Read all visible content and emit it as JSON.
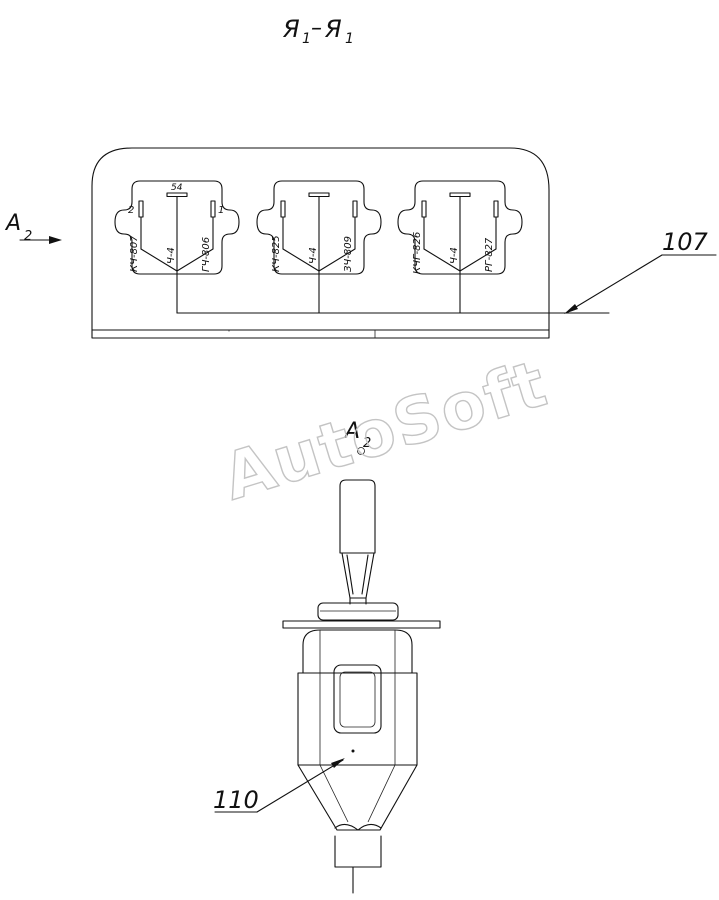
{
  "section": {
    "title": "Я",
    "sub1": "1",
    "dash": "–",
    "title2": "Я",
    "sub2": "1"
  },
  "view": {
    "letter": "A",
    "sub": "2"
  },
  "callouts": {
    "top_part": "107",
    "bottom_part": "110"
  },
  "socket1": {
    "pin2": "2",
    "pin54": "54",
    "pin1": "1",
    "wire_left": "КЧ-807",
    "wire_mid": "Ч-4",
    "wire_right": "ГЧ-806"
  },
  "socket2": {
    "wire_left": "КЧ-825",
    "wire_mid": "Ч-4",
    "wire_right": "ЗЧ-809"
  },
  "socket3": {
    "wire_left": "КЧГ-826",
    "wire_mid": "Ч-4",
    "wire_right": "РГ-827"
  },
  "watermark": "AutoSoft",
  "colors": {
    "line": "#111111",
    "background": "#ffffff",
    "watermark": "#c4c4c4"
  }
}
